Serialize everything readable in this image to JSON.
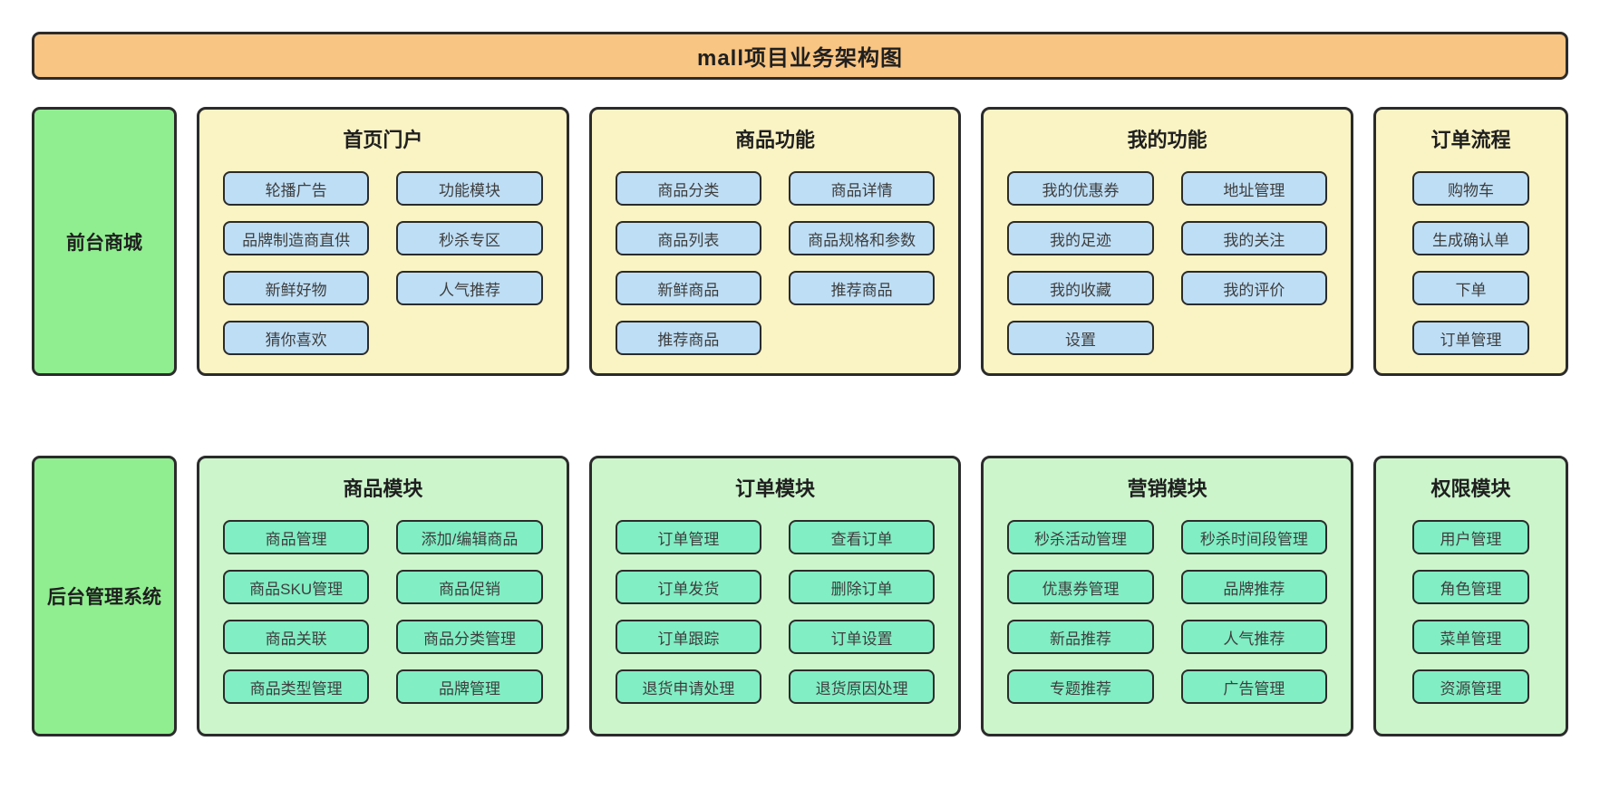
{
  "title": "mall项目业务架构图",
  "colors": {
    "border": "#2b2b2b",
    "banner_bg": "#f9c583",
    "group_label_bg": "#90ee90",
    "row1_panel_bg": "#faf3c3",
    "row1_node_bg": "#bedef5",
    "row2_panel_bg": "#ccf5cb",
    "row2_node_bg": "#81eec4",
    "title_text": "#1f1f1f",
    "node_text": "#3e3e3e"
  },
  "rows": [
    {
      "sidebar": "前台商城",
      "theme": "row1",
      "panels": [
        {
          "title": "首页门户",
          "layout": "two-col",
          "buttons": [
            "轮播广告",
            "功能模块",
            "品牌制造商直供",
            "秒杀专区",
            "新鲜好物",
            "人气推荐",
            "猜你喜欢"
          ]
        },
        {
          "title": "商品功能",
          "layout": "two-col",
          "buttons": [
            "商品分类",
            "商品详情",
            "商品列表",
            "商品规格和参数",
            "新鲜商品",
            "推荐商品",
            "推荐商品"
          ]
        },
        {
          "title": "我的功能",
          "layout": "two-col",
          "buttons": [
            "我的优惠券",
            "地址管理",
            "我的足迹",
            "我的关注",
            "我的收藏",
            "我的评价",
            "设置"
          ]
        },
        {
          "title": "订单流程",
          "layout": "one-col",
          "buttons": [
            "购物车",
            "生成确认单",
            "下单",
            "订单管理"
          ]
        }
      ]
    },
    {
      "sidebar": "后台管理系统",
      "theme": "row2",
      "panels": [
        {
          "title": "商品模块",
          "layout": "two-col",
          "buttons": [
            "商品管理",
            "添加/编辑商品",
            "商品SKU管理",
            "商品促销",
            "商品关联",
            "商品分类管理",
            "商品类型管理",
            "品牌管理"
          ]
        },
        {
          "title": "订单模块",
          "layout": "two-col",
          "buttons": [
            "订单管理",
            "查看订单",
            "订单发货",
            "删除订单",
            "订单跟踪",
            "订单设置",
            "退货申请处理",
            "退货原因处理"
          ]
        },
        {
          "title": "营销模块",
          "layout": "two-col",
          "buttons": [
            "秒杀活动管理",
            "秒杀时间段管理",
            "优惠券管理",
            "品牌推荐",
            "新品推荐",
            "人气推荐",
            "专题推荐",
            "广告管理"
          ]
        },
        {
          "title": "权限模块",
          "layout": "one-col",
          "buttons": [
            "用户管理",
            "角色管理",
            "菜单管理",
            "资源管理"
          ]
        }
      ]
    }
  ]
}
